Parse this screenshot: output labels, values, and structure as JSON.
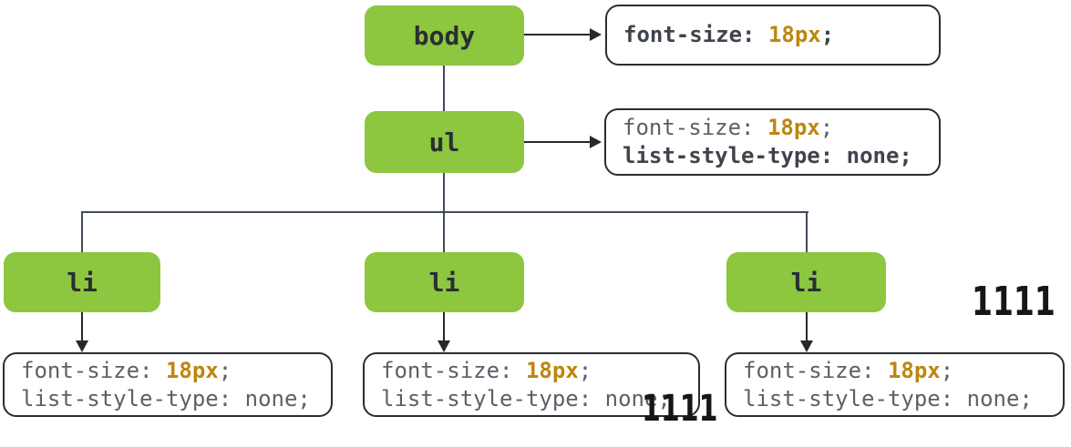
{
  "diagram": {
    "background": "#ffffff",
    "palette": {
      "node_fill": "#8dc63f",
      "node_text": "#2a2e33",
      "box_border": "#2b2d31",
      "code_regular_gray": "#5b6069",
      "code_bold_dark": "#3f444c",
      "code_value_amber": "#bd860e",
      "tree_connector": "#3f4a5c",
      "arrow": "#26282c",
      "annotation_text": "#161616"
    },
    "nodes": {
      "body": {
        "label": "body"
      },
      "ul": {
        "label": "ul"
      },
      "li_left": {
        "label": "li"
      },
      "li_middle": {
        "label": "li"
      },
      "li_right": {
        "label": "li"
      }
    },
    "rule_boxes": {
      "body": {
        "line1": {
          "prop": "font-size: ",
          "value": "18px",
          "punct": ";"
        }
      },
      "ul": {
        "line1": {
          "prop": "font-size: ",
          "value": "18px",
          "punct": ";"
        },
        "line2": {
          "text": "list-style-type: none;"
        }
      },
      "li_left": {
        "line1": {
          "prop": "font-size: ",
          "value": "18px",
          "punct": ";"
        },
        "line2": {
          "text": "list-style-type: none;"
        }
      },
      "li_middle": {
        "line1": {
          "prop": "font-size: ",
          "value": "18px",
          "punct": ";"
        },
        "line2": {
          "text": "list-style-type: none;"
        }
      },
      "li_right": {
        "line1": {
          "prop": "font-size: ",
          "value": "18px",
          "punct": ";"
        },
        "line2": {
          "text": "list-style-type: none;"
        }
      }
    },
    "annotations": {
      "mark_right": "1111",
      "mark_bottom": "1111"
    }
  }
}
